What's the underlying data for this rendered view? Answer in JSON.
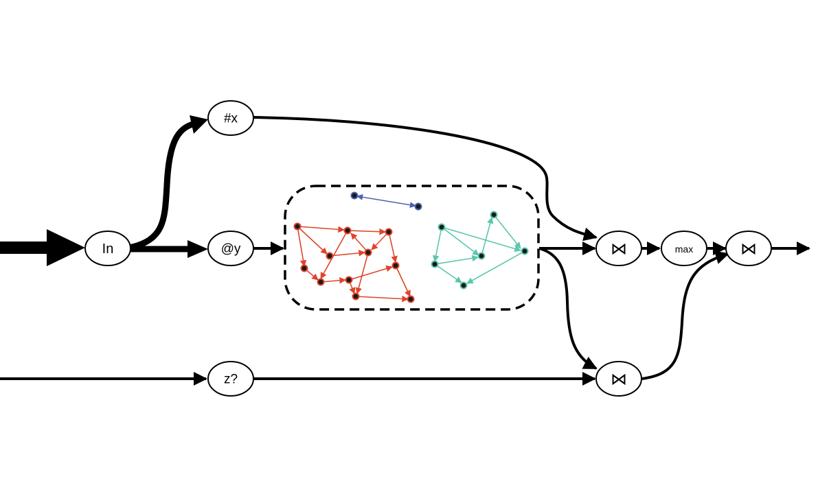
{
  "colors": {
    "edge": "#000000",
    "cluster_red": "#e0442a",
    "cluster_teal": "#5cc6ad",
    "cluster_blue": "#4a63b0",
    "graph_node_fill": "#1a1a1a"
  },
  "nodes": {
    "in": {
      "label": "In"
    },
    "x": {
      "label": "#x"
    },
    "y": {
      "label": "@y"
    },
    "z": {
      "label": "z?"
    },
    "join_top": {
      "label": "⋈"
    },
    "max": {
      "label": "max"
    },
    "join_final": {
      "label": "⋈"
    },
    "join_bottom": {
      "label": "⋈"
    }
  },
  "subgraph": {
    "style": "dashed-rounded-box"
  }
}
